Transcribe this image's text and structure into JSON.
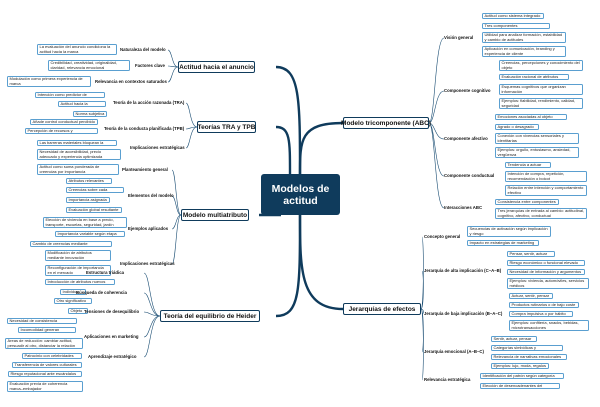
{
  "central": "Modelos de actitud",
  "branches": {
    "tri": {
      "label": "Modelo tricomponente (ABC)",
      "vision": "Visión general",
      "vision_items": [
        "Actitud como sistema integrado",
        "Tres componentes interdependientes",
        "Utilidad para analizar formación, estabilidad y cambio de actitudes",
        "Aplicación en comunicación, branding y experiencia de cliente"
      ],
      "cognitivo": "Componente cognitivo",
      "cognitivo_items": [
        "Creencias, percepciones y conocimiento del objeto",
        "Evaluación racional de atributos",
        "Esquemas cognitivos que organizan información",
        "Ejemplos: fiabilidad, rendimiento, calidad, seguridad"
      ],
      "afectivo": "Componente afectivo",
      "afectivo_items": [
        "Emociones asociadas al objeto",
        "Agrado o desagrado",
        "Conexión con vivencias sensoriales y identitarias",
        "Ejemplos: orgullo, entusiasmo, ansiedad, vergüenza"
      ],
      "conductual": "Componente conductual",
      "conductual_items": [
        "Tendencia a actuar",
        "Intención de compra, repetición, recomendación o boicot",
        "Relación entre intención y comportamiento efectivo"
      ],
      "interacciones": "Interacciones ABC",
      "interacciones_items": [
        "Consistencia entre componentes",
        "Tres jerarquías de entrada al cambio: actitudinal, cognitivo, afectivo, conductual"
      ]
    },
    "jer": {
      "label": "Jerarquías de efectos",
      "concepto": "Concepto general",
      "concepto_items": [
        "Secuencias de activación según implicación y riesgo",
        "Impacto en estrategias de marketing"
      ],
      "alta": "Jerarquía de alta implicación (C–A–B)",
      "alta_items": [
        "Pensar, sentir, actuar",
        "Riesgo económico o funcional elevado",
        "Necesidad de información y argumentos",
        "Ejemplos: vivienda, automóviles, servicios médicos"
      ],
      "baja": "Jerarquía de baja implicación (B–A–C)",
      "baja_items": [
        "Actuar, sentir, pensar",
        "Productos rutinarios o de bajo coste",
        "Compra impulsiva o por hábito",
        "Ejemplos: confitería, snacks, bebidas, microtransacciones"
      ],
      "emocional": "Jerarquía emocional (A–B–C)",
      "emocional_items": [
        "Sentir, actuar, pensar",
        "Categorías simbólicas y experienciales",
        "Relevancia de narrativas emocionales",
        "Ejemplos: lujo, moda, regalos"
      ],
      "relevancia": "Relevancia estratégica",
      "relevancia_items": [
        "Identificación del patrón según categoría",
        "Elección de desencadenantes del mensaje"
      ]
    },
    "act": {
      "label": "Actitud hacia el anuncio",
      "naturaleza": "Naturaleza del modelo",
      "naturaleza_items": [
        "La evaluación del anuncio condiciona la actitud hacia la marca"
      ],
      "factores": "Factores clave",
      "factores_items": [
        "Credibilidad, creatividad, originalidad, claridad, relevancia emocional"
      ],
      "contextos": "Relevancia en contextos saturados",
      "contextos_items": [
        "Modulación como primera experiencia de marca"
      ]
    },
    "tra": {
      "label": "Teorías TRA y TPB",
      "accion": "Teoría de la acción razonada (TRA)",
      "accion_items": [
        "Intención como predictor de conducta",
        "Actitud hacia la conducta",
        "Norma subjetiva"
      ],
      "planificada": "Teoría de la conducta planificada (TPB)",
      "planificada_items": [
        "Añade control conductual percibido",
        "Percepción de recursos y capacidades"
      ],
      "implicaciones": "Implicaciones estratégicas",
      "implicaciones_items": [
        "Las barreras materiales bloquean la conducta",
        "Necesidad de accesibilidad, precio adecuado y experiencia optimizada"
      ]
    },
    "multi": {
      "label": "Modelo multiatributo",
      "plant": "Planteamiento general",
      "plant_items": [
        "Actitud como suma ponderada de creencias por importancia"
      ],
      "elem": "Elementos del modelo",
      "elem_items": [
        "Atributos relevantes",
        "Creencias sobre cada atributo",
        "Importancia asignada",
        "Evaluación global resultante"
      ],
      "ejemplos": "Ejemplos aplicados",
      "ejemplos_items": [
        "Elección de vivienda en base a precio, transporte, escuelas, seguridad, jardín",
        "Importancia variable según etapa vital"
      ],
      "impl": "Implicaciones estratégicas",
      "impl_items": [
        "Cambio de creencias mediante comunicación",
        "Modificación de atributos mediante innovación",
        "Reconfiguración de importancia en el mercado",
        "Introducción de atributos nuevos"
      ]
    },
    "heider": {
      "label": "Teoría del equilibrio de Heider",
      "estructura": "Estructura triádica",
      "estructura_items": [
        "Individuo",
        "Otro significativo",
        "Objeto"
      ],
      "busqueda": "Búsqueda de coherencia",
      "busqueda_items": [
        "Necesidad de consistencia psicológica",
        "Incomodidad generan malestar"
      ],
      "tensiones": "Tensiones de desequilibrio",
      "tensiones_items": [
        "Áreas de reducción: cambiar actitud, persuadir al otro, distanciar la relación"
      ],
      "marketing": "Aplicaciones en marketing",
      "marketing_items": [
        "Patrocinio con celebridades",
        "Transferencia de valores culturales",
        "Riesgo reputacional ante escándalos"
      ],
      "aprendizaje": "Aprendizaje estratégico",
      "aprendizaje_items": [
        "Evaluación previa de coherencia marca–embajador"
      ]
    }
  }
}
